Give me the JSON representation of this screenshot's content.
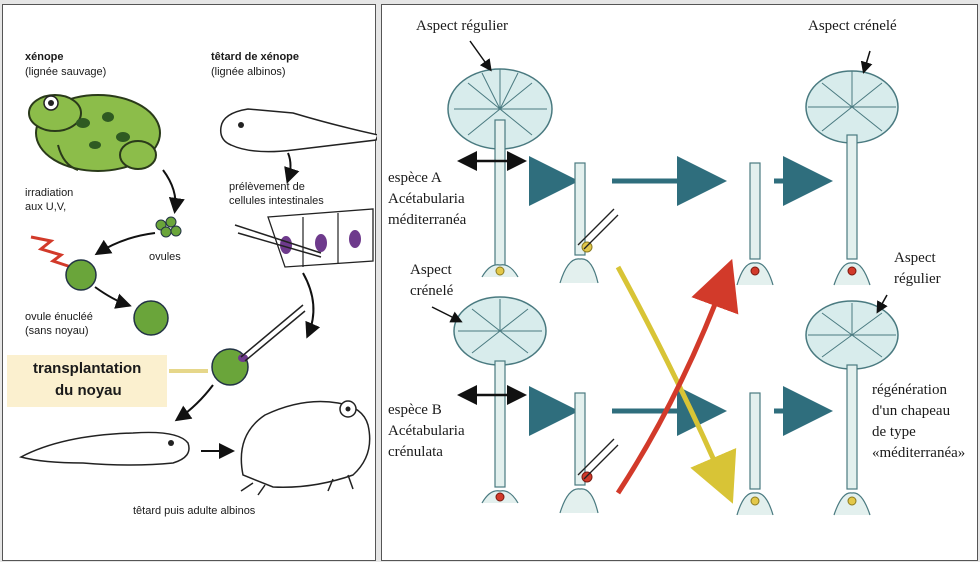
{
  "left_panel": {
    "frog_title": "xénope",
    "frog_subtitle": "(lignée sauvage)",
    "tadpole_title": "têtard de xénope",
    "tadpole_subtitle": "(lignée albinos)",
    "irradiation_line1": "irradiation",
    "irradiation_line2": "aux U,V,",
    "ovules": "ovules",
    "ovule_enuclee_line1": "ovule énucléé",
    "ovule_enuclee_line2": "(sans noyau)",
    "prelevement_line1": "prélèvement de",
    "prelevement_line2": "cellules intestinales",
    "transplantation_line1": "transplantation",
    "transplantation_line2": "du noyau",
    "bottom_caption": "têtard puis adulte albinos"
  },
  "right_panel": {
    "aspect_regulier_top": "Aspect régulier",
    "aspect_crenele_top": "Aspect crénelé",
    "espece_a_line1": "espèce A",
    "espece_a_line2": "Acétabularia",
    "espece_a_line3": "méditerranéa",
    "aspect_crenele_mid_line1": "Aspect",
    "aspect_crenele_mid_line2": "crénelé",
    "aspect_regulier_mid_line1": "Aspect",
    "aspect_regulier_mid_line2": "régulier",
    "espece_b_line1": "espèce B",
    "espece_b_line2": "Acétabularia",
    "espece_b_line3": "crénulata",
    "regeneration_line1": "régénération",
    "regeneration_line2": "d'un chapeau",
    "regeneration_line3": "de type",
    "regeneration_line4": "«méditerranéa»"
  },
  "colors": {
    "teal_arrow": "#2f6e7d",
    "frog_green": "#8cbd4a",
    "cell_green": "#6aa53a",
    "algae_body": "#e3f0ee",
    "algae_stroke": "#4a7a80",
    "red_arrow": "#d23a2a",
    "yellow_arrow": "#d8c436",
    "transplant_bg": "#fbf0cf"
  }
}
